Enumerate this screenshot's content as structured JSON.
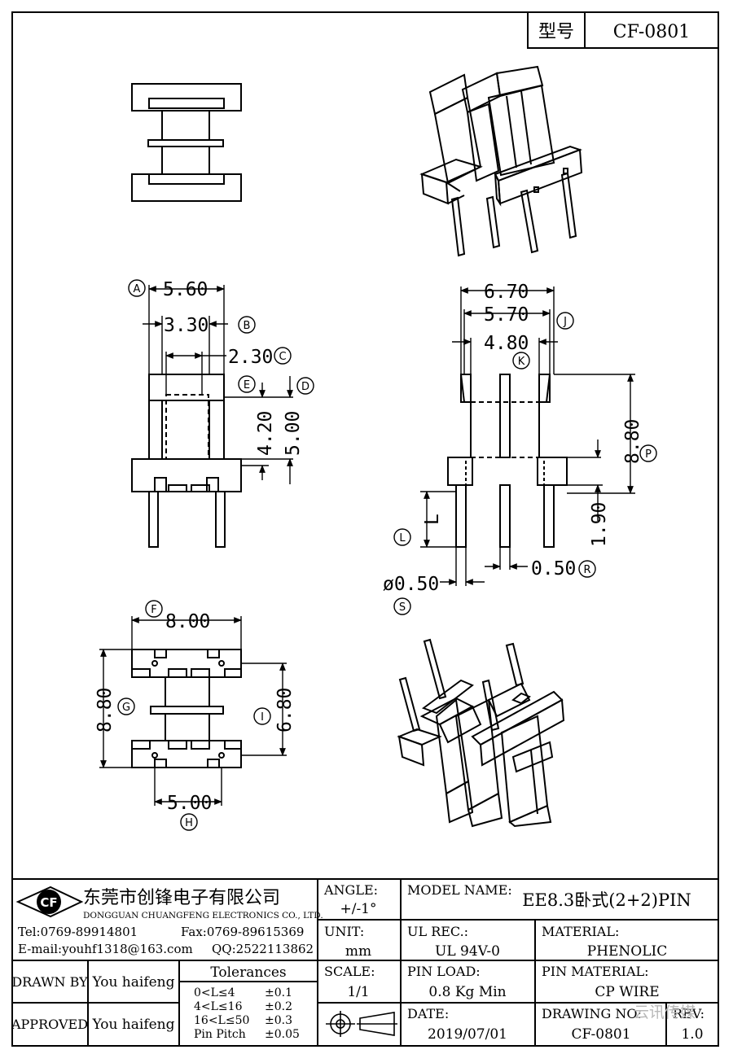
{
  "header": {
    "label": "型号",
    "value": "CF-0801"
  },
  "dims": {
    "a": "5.60",
    "b": "3.30",
    "c": "2.30",
    "h1": "4.20",
    "h2": "5.00",
    "w1": "6.70",
    "w2": "5.70",
    "w3": "4.80",
    "p": "8.80",
    "v190": "1.90",
    "l": "L",
    "r": "0.50",
    "s": "ø0.50",
    "f": "8.00",
    "g": "8.80",
    "i": "6.80",
    "hh": "5.00"
  },
  "markers": [
    "A",
    "B",
    "C",
    "D",
    "E",
    "F",
    "G",
    "H",
    "I",
    "J",
    "K",
    "L",
    "P",
    "R",
    "S"
  ],
  "company": {
    "logo": "CF",
    "name_cn": "东莞市创锋电子有限公司",
    "name_en": "DONGGUAN CHUANGFENG ELECTRONICS CO., LTD.",
    "tel": "Tel:0769-89914801",
    "fax": "Fax:0769-89615369",
    "email": "E-mail:youhf1318@163.com",
    "qq": "QQ:2522113862"
  },
  "title_block": {
    "drawn_by_label": "DRAWN BY",
    "drawn_by": "You haifeng",
    "approved_label": "APPROVED",
    "approved_by": "You haifeng",
    "tolerances_label": "Tolerances",
    "tol_rows": [
      {
        "range": "0<L≤4",
        "tol": "±0.1"
      },
      {
        "range": "4<L≤16",
        "tol": "±0.2"
      },
      {
        "range": "16<L≤50",
        "tol": "±0.3"
      },
      {
        "range": "Pin Pitch",
        "tol": "±0.05"
      }
    ],
    "angle_label": "ANGLE:",
    "angle": "+/-1°",
    "unit_label": "UNIT:",
    "unit": "mm",
    "scale_label": "SCALE:",
    "scale": "1/1",
    "model_label": "MODEL NAME:",
    "model": "EE8.3卧式(2+2)PIN",
    "ul_label": "UL REC.:",
    "ul": "UL 94V-0",
    "material_label": "MATERIAL:",
    "material": "PHENOLIC",
    "pinload_label": "PIN LOAD:",
    "pinload": "0.8 Kg Min",
    "pinmat_label": "PIN MATERIAL:",
    "pinmat": "CP WIRE",
    "date_label": "DATE:",
    "date": "2019/07/01",
    "drawno_label": "DRAWING NO:",
    "drawno": "CF-0801",
    "rev_label": "REV:",
    "rev": "1.0",
    "watermark": "云讯传媒"
  }
}
